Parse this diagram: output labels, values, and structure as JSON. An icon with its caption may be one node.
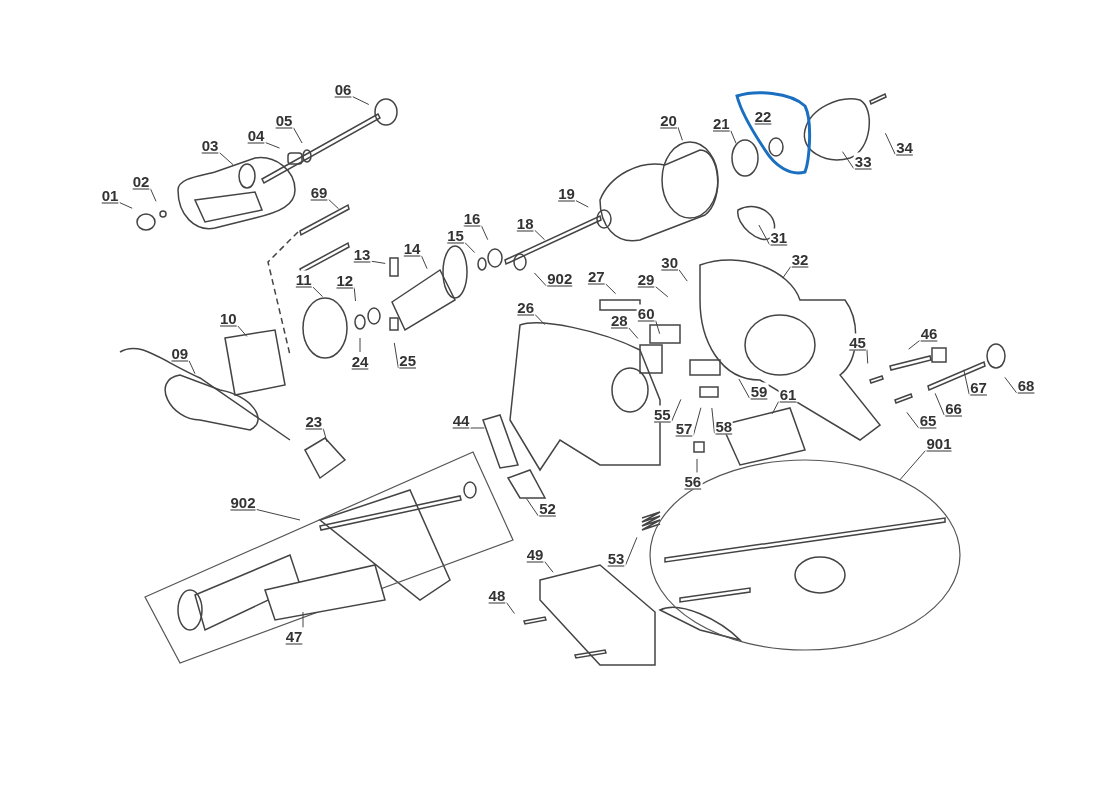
{
  "diagram": {
    "nodes": [
      {
        "text": [
          "06"
        ]
      },
      {
        "text": [
          "05"
        ]
      },
      {
        "text": [],
        "shape": "loop"
      },
      {
        "text": [
          "22"
        ],
        "in": 2
      },
      {
        "text": [
          "04"
        ]
      },
      {
        "text": [
          "20"
        ]
      },
      {
        "text": [
          "21"
        ]
      },
      {
        "text": [
          "03"
        ]
      },
      {
        "text": [
          "33"
        ]
      },
      {
        "text": [
          "34"
        ]
      },
      {
        "text": [
          "02"
        ]
      },
      {
        "text": [
          "01"
        ]
      },
      {
        "text": [
          "69"
        ]
      },
      {
        "text": [
          "19"
        ]
      },
      {
        "text": [
          "16"
        ]
      },
      {
        "text": [
          "18"
        ]
      },
      {
        "text": [
          "31"
        ]
      },
      {
        "text": [
          "13"
        ]
      },
      {
        "text": [
          "14"
        ]
      },
      {
        "text": [
          "15"
        ]
      },
      {
        "text": [
          "902"
        ]
      },
      {
        "text": [
          "30"
        ]
      },
      {
        "text": [
          "32"
        ]
      },
      {
        "text": [
          "11"
        ]
      },
      {
        "text": [
          "12"
        ]
      },
      {
        "text": [
          "27"
        ]
      },
      {
        "text": [
          "29"
        ]
      },
      {
        "text": [
          "26"
        ]
      },
      {
        "text": [
          "60"
        ]
      },
      {
        "text": [
          "28"
        ]
      },
      {
        "text": [
          "10"
        ]
      },
      {
        "text": [
          "24"
        ]
      },
      {
        "text": [
          "25"
        ]
      },
      {
        "text": [
          "46"
        ]
      },
      {
        "text": [
          "09"
        ]
      },
      {
        "text": [
          "45"
        ]
      },
      {
        "text": [
          "59"
        ]
      },
      {
        "text": [
          "68"
        ]
      },
      {
        "text": [
          "67"
        ]
      },
      {
        "text": [
          "65"
        ]
      },
      {
        "text": [
          "66"
        ]
      },
      {
        "text": [
          "55"
        ]
      },
      {
        "text": [
          "58"
        ]
      },
      {
        "text": [
          "61"
        ]
      },
      {
        "text": [
          "57"
        ]
      },
      {
        "text": [
          "23"
        ]
      },
      {
        "text": [
          "44"
        ]
      },
      {
        "text": [
          "56"
        ]
      },
      {
        "text": [
          "901"
        ]
      },
      {
        "text": [],
        "shape": "ellipse"
      },
      {
        "text": [
          "902"
        ]
      },
      {
        "text": [],
        "shape": "parallelogram"
      },
      {
        "text": [
          "52"
        ]
      },
      {
        "text": [
          "53"
        ]
      },
      {
        "text": [
          "49"
        ]
      },
      {
        "text": [
          "48"
        ]
      },
      {
        "text": [
          "47"
        ]
      },
      {
        "text": [],
        "shape": "plate",
        "in": 51
      }
    ],
    "edges": [
      {
        "from": 0,
        "to": null,
        "arrow": "none"
      },
      {
        "from": 1,
        "to": null,
        "arrow": "none"
      },
      {
        "from": 4,
        "to": null,
        "arrow": "none"
      },
      {
        "from": 5,
        "to": null,
        "arrow": "none"
      },
      {
        "from": 6,
        "to": null,
        "arrow": "none"
      },
      {
        "from": 7,
        "to": null,
        "arrow": "none"
      },
      {
        "from": 8,
        "to": null,
        "arrow": "none"
      },
      {
        "from": 9,
        "to": null,
        "arrow": "none"
      },
      {
        "from": 10,
        "to": null,
        "arrow": "none"
      },
      {
        "from": 11,
        "to": null,
        "arrow": "none"
      },
      {
        "from": 12,
        "to": null,
        "arrow": "none"
      },
      {
        "from": 13,
        "to": null,
        "arrow": "none"
      },
      {
        "from": 14,
        "to": null,
        "arrow": "none"
      },
      {
        "from": 15,
        "to": null,
        "arrow": "none"
      },
      {
        "from": 16,
        "to": null,
        "arrow": "none"
      },
      {
        "from": 17,
        "to": null,
        "arrow": "none"
      },
      {
        "from": 18,
        "to": null,
        "arrow": "none"
      },
      {
        "from": 19,
        "to": null,
        "arrow": "none"
      },
      {
        "from": 20,
        "to": null,
        "arrow": "none"
      },
      {
        "from": 21,
        "to": null,
        "arrow": "none"
      },
      {
        "from": 22,
        "to": null,
        "arrow": "none"
      },
      {
        "from": 23,
        "to": null,
        "arrow": "none"
      },
      {
        "from": 24,
        "to": null,
        "arrow": "none"
      },
      {
        "from": 25,
        "to": null,
        "arrow": "none"
      },
      {
        "from": 26,
        "to": null,
        "arrow": "none"
      },
      {
        "from": 27,
        "to": null,
        "arrow": "none"
      },
      {
        "from": 28,
        "to": null,
        "arrow": "none"
      },
      {
        "from": 29,
        "to": null,
        "arrow": "none"
      },
      {
        "from": 30,
        "to": null,
        "arrow": "none"
      },
      {
        "from": 31,
        "to": null,
        "arrow": "none"
      },
      {
        "from": 32,
        "to": null,
        "arrow": "none"
      },
      {
        "from": 33,
        "to": null,
        "arrow": "none"
      },
      {
        "from": 34,
        "to": null,
        "arrow": "none"
      },
      {
        "from": 35,
        "to": null,
        "arrow": "none"
      },
      {
        "from": 36,
        "to": null,
        "arrow": "none"
      },
      {
        "from": 37,
        "to": null,
        "arrow": "none"
      },
      {
        "from": 38,
        "to": null,
        "arrow": "none"
      },
      {
        "from": 39,
        "to": null,
        "arrow": "none"
      },
      {
        "from": 40,
        "to": null,
        "arrow": "none"
      },
      {
        "from": 41,
        "to": null,
        "arrow": "none"
      },
      {
        "from": 42,
        "to": null,
        "arrow": "none"
      },
      {
        "from": 43,
        "to": null,
        "arrow": "none"
      },
      {
        "from": 44,
        "to": null,
        "arrow": "none"
      },
      {
        "from": 45,
        "to": null,
        "arrow": "none"
      },
      {
        "from": 46,
        "to": null,
        "arrow": "none"
      },
      {
        "from": 47,
        "to": null,
        "arrow": "none"
      },
      {
        "from": 48,
        "to": 49,
        "arrow": "none"
      },
      {
        "from": 50,
        "to": 51,
        "arrow": "none"
      },
      {
        "from": 52,
        "to": null,
        "arrow": "none"
      },
      {
        "from": 53,
        "to": null,
        "arrow": "none"
      },
      {
        "from": 54,
        "to": null,
        "arrow": "none"
      },
      {
        "from": 55,
        "to": null,
        "arrow": "none"
      },
      {
        "from": 56,
        "to": 57,
        "arrow": "none"
      }
    ]
  }
}
